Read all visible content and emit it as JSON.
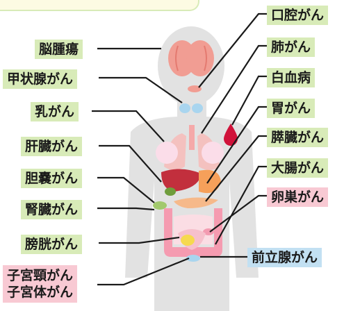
{
  "banner": "",
  "labels": {
    "brain_tumor": "脳腫瘍",
    "thyroid": "甲状腺がん",
    "breast": "乳がん",
    "liver": "肝臓がん",
    "gallbladder": "胆嚢がん",
    "kidney": "腎臓がん",
    "bladder": "膀胱がん",
    "cervix_line1": "子宮頸がん",
    "cervix_line2": "子宮体がん",
    "oral": "口腔がん",
    "lung": "肺がん",
    "leukemia": "白血病",
    "stomach": "胃がん",
    "pancreas": "膵臓がん",
    "colon": "大腸がん",
    "ovary": "卵巣がん",
    "prostate": "前立腺がん"
  },
  "colors": {
    "green_label": "#d8ebb8",
    "pink_label": "#f8c9d3",
    "blue_label": "#c2e0f2",
    "body": "#e2e2e2",
    "leader_line": "#1a1a1a"
  }
}
